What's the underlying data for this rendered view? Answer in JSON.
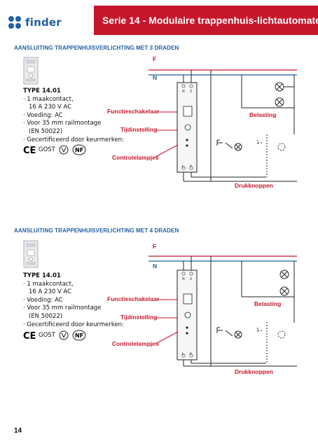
{
  "header": {
    "brand": "finder",
    "title": "Serie 14 - Modulaire trappenhuis-lichtautomaten",
    "accent_color": "#c6162b",
    "brand_color": "#1f5fa3"
  },
  "sections": [
    {
      "title": "AANSLUITING TRAPPENHUISVERLICHTING MET 3 DRADEN",
      "spec_lines": [
        "TYPE 14.01",
        "· 1 maakcontact,",
        "16 A 230 V AC",
        "· Voeding: AC",
        "· Voor 35 mm railmontage",
        "(EN 50022)",
        "· Gecertificeerd door keurmerken:"
      ],
      "certifications": [
        "CE",
        "GOST",
        "NF"
      ],
      "diagram": {
        "line_f": "F",
        "line_n": "N",
        "callouts": [
          "Functieschakelaar",
          "Tijdinstelling",
          "Controlelampjes"
        ],
        "load_label": "Belasting",
        "pushbuttons_label": "Drukknoppen",
        "terminal_top": [
          "N",
          "3"
        ],
        "terminal_bottom": [
          "L",
          "4"
        ]
      }
    },
    {
      "title": "AANSLUITING TRAPPENHUISVERLICHTING MET 4 DRADEN",
      "spec_lines": [
        "TYPE 14.01",
        "· 1 maakcontact,",
        "16 A 230 V AC",
        "· Voeding: AC",
        "· Voor 35 mm railmontage",
        "(EN 50022)",
        "· Gecertificeerd door keurmerken:"
      ],
      "certifications": [
        "CE",
        "GOST",
        "NF"
      ],
      "diagram": {
        "line_f": "F",
        "line_n": "N",
        "callouts": [
          "Functieschakelaar",
          "Tijdinstelling",
          "Controlelampjes"
        ],
        "load_label": "Belasting",
        "pushbuttons_label": "Drukknoppen",
        "terminal_top": [
          "N",
          "3"
        ],
        "terminal_bottom": [
          "L",
          "4"
        ]
      }
    }
  ],
  "footer": {
    "page_number": "14"
  }
}
